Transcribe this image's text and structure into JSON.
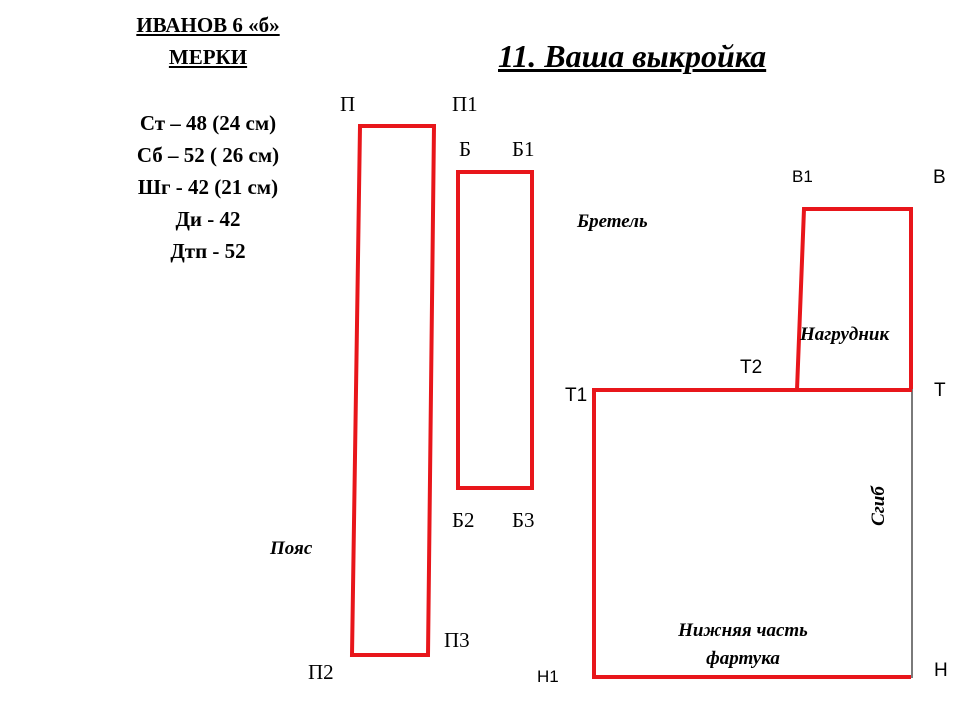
{
  "header": {
    "student": "ИВАНОВ 6 «б»",
    "measurements_title": "МЕРКИ"
  },
  "measurements": [
    "Ст – 48 (24 см)",
    "Сб – 52 ( 26 см)",
    "Шг  - 42 (21 см)",
    "Ди -  42",
    "Дтп - 52"
  ],
  "title": "11. Ваша выкройка",
  "points": {
    "belt": {
      "p": "П",
      "p1": "П1",
      "p2": "П2",
      "p3": "П3"
    },
    "strap": {
      "b": "Б",
      "b1": "Б1",
      "b2": "Б2",
      "b3": "Б3"
    },
    "apron": {
      "v1": "В1",
      "v": "В",
      "t2": "Т2",
      "t1": "Т1",
      "t": "Т",
      "n1": "Н1",
      "n": "Н"
    }
  },
  "labels": {
    "strap": "Бретель",
    "belt": "Пояс",
    "bib": "Нагрудник",
    "fold": "Сгиб",
    "lower_line1": "Нижняя часть",
    "lower_line2": "фартука"
  },
  "colors": {
    "cut_line": "#e8161b",
    "fold_edge": "#7a7a7a"
  }
}
